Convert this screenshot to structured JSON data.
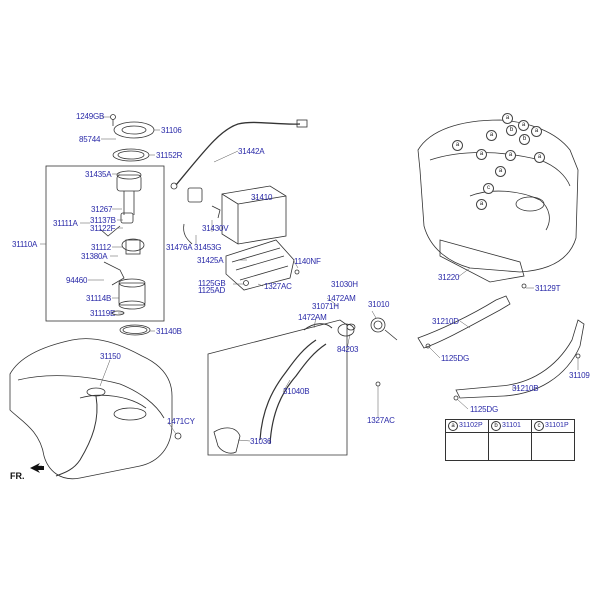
{
  "labels": {
    "l1249gb": "1249GB",
    "l85744": "85744",
    "l31106": "31106",
    "l31152r": "31152R",
    "l31435a": "31435A",
    "l31267": "31267",
    "l31111a": "31111A",
    "l31137b": "31137B",
    "l31122f": "31122F",
    "l31110a": "31110A",
    "l31112": "31112",
    "l31380a": "31380A",
    "l94460": "94460",
    "l31114b": "31114B",
    "l31119e": "31119E",
    "l31140b": "31140B",
    "l31442a": "31442A",
    "l31410": "31410",
    "l31430v": "31430V",
    "l31476a": "31476A",
    "l31453g": "31453G",
    "l31425a": "31425A",
    "l1140nf": "1140NF",
    "l1125gb": "1125GB",
    "l1125ad": "1125AD",
    "l1327ac_a": "1327AC",
    "l31030h": "31030H",
    "l1472am_a": "1472AM",
    "l31071h": "31071H",
    "l1472am_b": "1472AM",
    "l31010": "31010",
    "l84203": "84203",
    "l31040b": "31040B",
    "l1327ac_b": "1327AC",
    "l31036": "31036",
    "l31150": "31150",
    "l1471cy": "1471CY",
    "l31220": "31220",
    "l31129t": "31129T",
    "l31210d": "31210D",
    "l1125dg_a": "1125DG",
    "l31210b": "31210B",
    "l31109": "31109",
    "l1125dg_b": "1125DG"
  },
  "direction": {
    "fr": "FR."
  },
  "legend": {
    "a_letter": "a",
    "a_part": "31102P",
    "b_letter": "b",
    "b_part": "31101",
    "c_letter": "c",
    "c_part": "31101P"
  },
  "callouts": {
    "a": "a",
    "b": "b",
    "c": "c"
  }
}
